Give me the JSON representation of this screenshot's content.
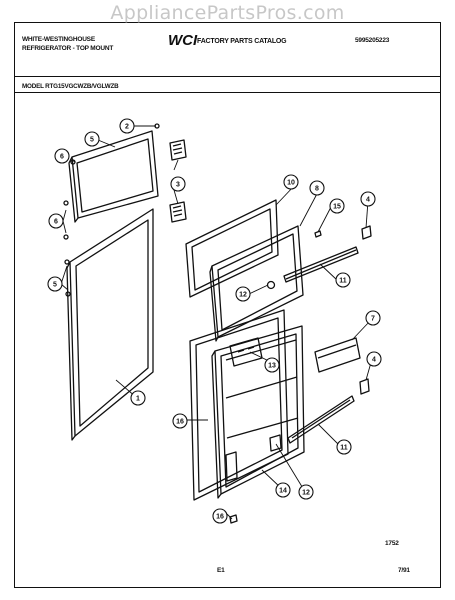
{
  "watermark": "AppliancePartsPros.com",
  "header": {
    "brand": "WHITE-WESTINGHOUSE",
    "product": "REFRIGERATOR - TOP MOUNT",
    "logo_text": "WCI",
    "catalog": "FACTORY PARTS CATALOG",
    "catalog_number": "5995205223",
    "model": "MODEL RTG15VGCWZB/VGLWZB"
  },
  "callouts": [
    "2",
    "5",
    "6",
    "3",
    "6",
    "5",
    "1",
    "10",
    "8",
    "15",
    "4",
    "12",
    "11",
    "7",
    "13",
    "4",
    "16",
    "11",
    "14",
    "12",
    "16"
  ],
  "footer": {
    "drawing_number": "1752",
    "page_code": "E1",
    "date": "7/91"
  }
}
